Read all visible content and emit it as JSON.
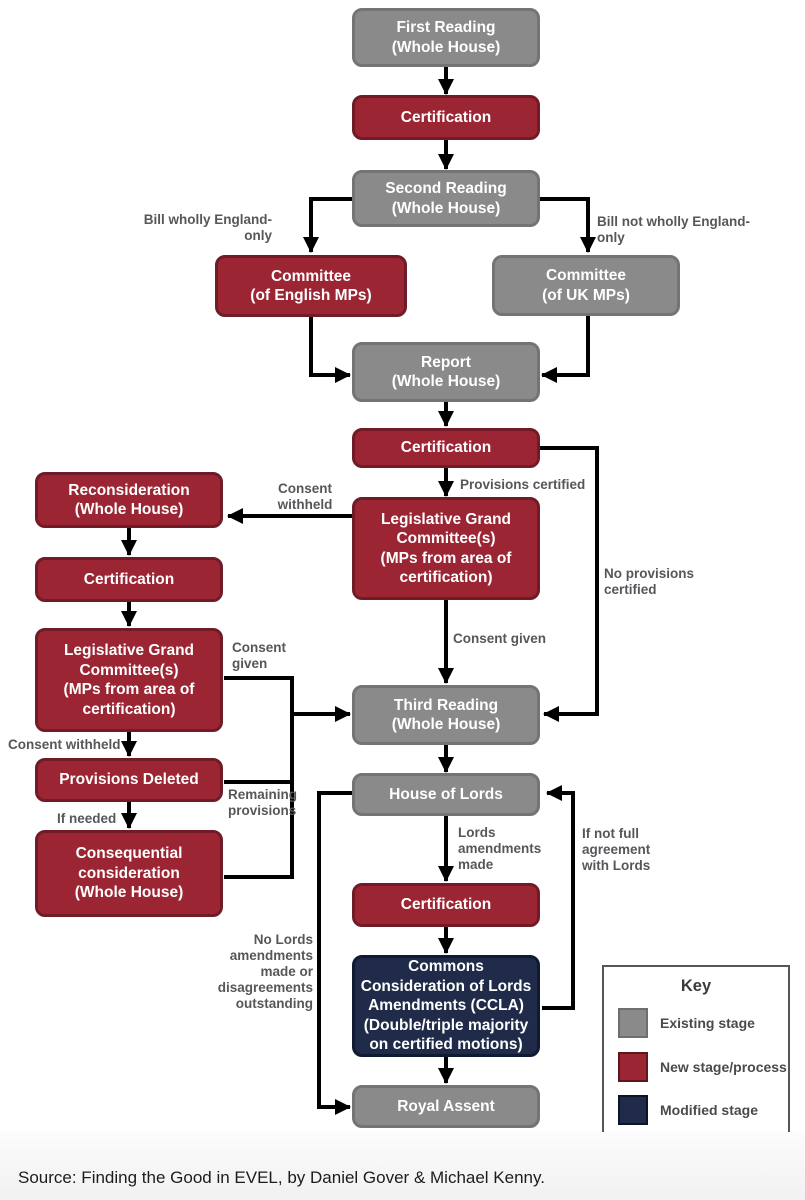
{
  "colors": {
    "existing_stage": "#8A8A8A",
    "new_stage": "#9B2533",
    "modified_stage": "#1F2B49",
    "connector_line": "#000000",
    "edge_label_text": "#56575B"
  },
  "nodes": {
    "first_reading": {
      "label": "First Reading\n(Whole House)",
      "type": "existing"
    },
    "certification_1": {
      "label": "Certification",
      "type": "new"
    },
    "second_reading": {
      "label": "Second Reading\n(Whole House)",
      "type": "existing"
    },
    "committee_english": {
      "label": "Committee\n(of English MPs)",
      "type": "new"
    },
    "committee_uk": {
      "label": "Committee\n(of UK MPs)",
      "type": "existing"
    },
    "report": {
      "label": "Report\n(Whole House)",
      "type": "existing"
    },
    "certification_2": {
      "label": "Certification",
      "type": "new"
    },
    "legislative_grand_committee": {
      "label": "Legislative Grand\nCommittee(s)\n(MPs from area of\ncertification)",
      "type": "new"
    },
    "third_reading": {
      "label": "Third Reading\n(Whole House)",
      "type": "existing"
    },
    "house_of_lords": {
      "label": "House of Lords",
      "type": "existing"
    },
    "certification_3": {
      "label": "Certification",
      "type": "new"
    },
    "ccla": {
      "label": "Commons\nConsideration of Lords\nAmendments (CCLA)\n(Double/triple majority\non certified motions)",
      "type": "modified"
    },
    "royal_assent": {
      "label": "Royal Assent",
      "type": "existing"
    },
    "reconsideration": {
      "label": "Reconsideration\n(Whole House)",
      "type": "new"
    },
    "certification_left": {
      "label": "Certification",
      "type": "new"
    },
    "legislative_grand_committee_2": {
      "label": "Legislative Grand\nCommittee(s)\n(MPs from area of\ncertification)",
      "type": "new"
    },
    "provisions_deleted": {
      "label": "Provisions Deleted",
      "type": "new"
    },
    "consequential_consideration": {
      "label": "Consequential\nconsideration\n(Whole House)",
      "type": "new"
    }
  },
  "edge_labels": {
    "bill_wholly_england_only": "Bill wholly England-only",
    "bill_not_wholly_england_only": "Bill not wholly England-only",
    "provisions_certified": "Provisions certified",
    "no_provisions_certified": "No provisions\ncertified",
    "consent_withheld_top": "Consent\nwithheld",
    "consent_given_center": "Consent given",
    "consent_given_left": "Consent\ngiven",
    "consent_withheld_left": "Consent withheld",
    "if_needed": "If needed",
    "remaining_provisions": "Remaining\nprovisions",
    "lords_amendments_made": "Lords\namendments\nmade",
    "if_not_full_agreement": "If not full\nagreement\nwith Lords",
    "no_lords_amendments": "No Lords\namendments\nmade or\ndisagreements\noutstanding"
  },
  "key": {
    "title": "Key",
    "entries": [
      {
        "label": "Existing stage",
        "type": "existing"
      },
      {
        "label": "New stage/process",
        "type": "new"
      },
      {
        "label": "Modified stage",
        "type": "modified"
      }
    ]
  },
  "footer": {
    "source": "Source: Finding the Good in EVEL, by Daniel Gover & Michael Kenny."
  }
}
